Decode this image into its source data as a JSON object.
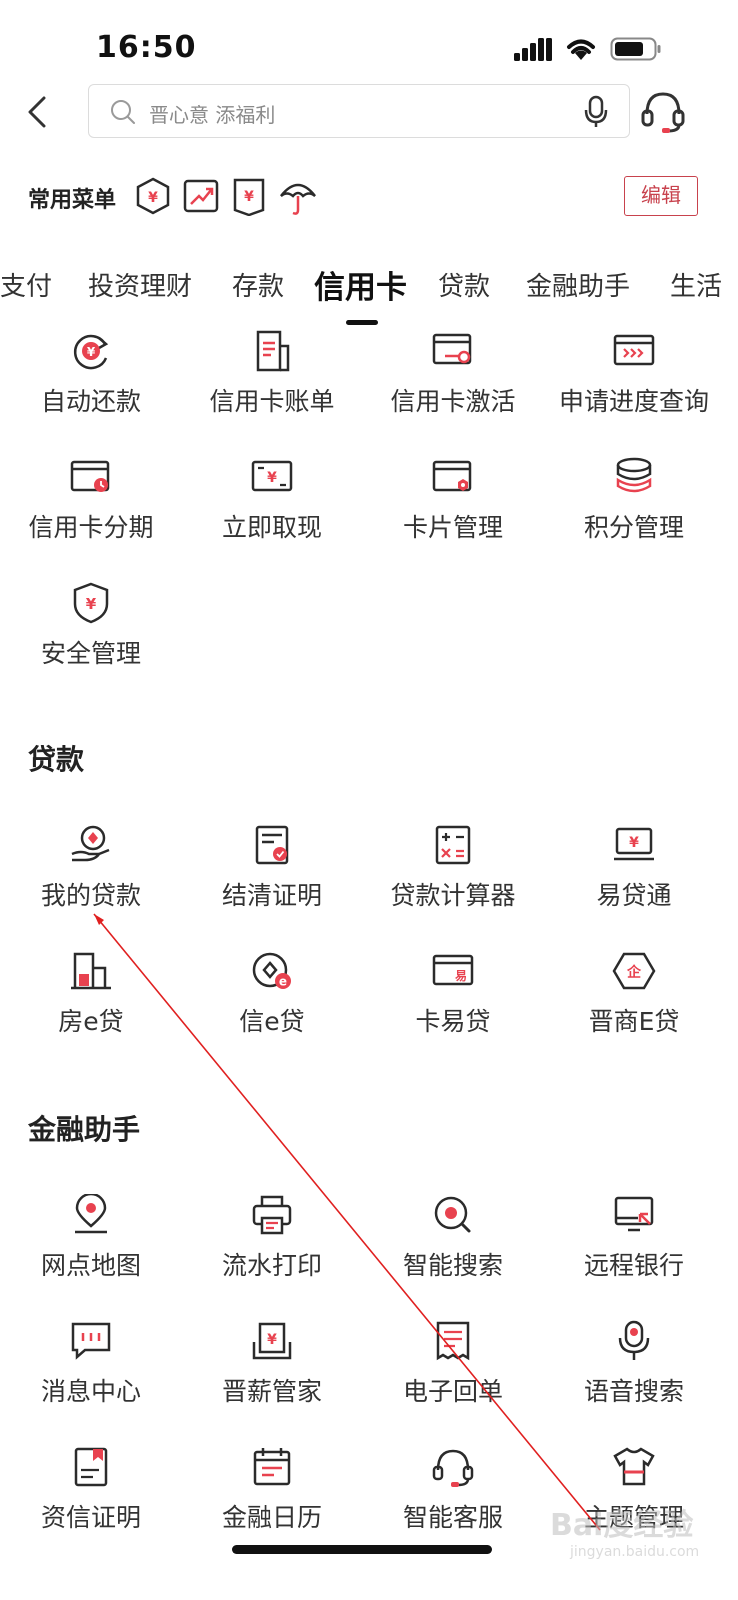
{
  "status_bar": {
    "time": "16:50"
  },
  "search": {
    "placeholder": "晋心意 添福利"
  },
  "common_menu": {
    "label": "常用菜单",
    "edit_label": "编辑"
  },
  "tabs": [
    "支付",
    "投资理财",
    "存款",
    "信用卡",
    "贷款",
    "金融助手",
    "生活"
  ],
  "active_tab": "信用卡",
  "credit_card": {
    "items": [
      {
        "label": "自动还款",
        "icon": "auto-repay-icon"
      },
      {
        "label": "信用卡账单",
        "icon": "bill-icon"
      },
      {
        "label": "信用卡激活",
        "icon": "card-activate-icon"
      },
      {
        "label": "申请进度查询",
        "icon": "progress-query-icon"
      },
      {
        "label": "信用卡分期",
        "icon": "installment-icon"
      },
      {
        "label": "立即取现",
        "icon": "cash-withdraw-icon"
      },
      {
        "label": "卡片管理",
        "icon": "card-manage-icon"
      },
      {
        "label": "积分管理",
        "icon": "points-icon"
      },
      {
        "label": "安全管理",
        "icon": "shield-yen-icon"
      }
    ]
  },
  "loans": {
    "title": "贷款",
    "items": [
      {
        "label": "我的贷款",
        "icon": "my-loan-icon"
      },
      {
        "label": "结清证明",
        "icon": "settlement-cert-icon"
      },
      {
        "label": "贷款计算器",
        "icon": "calculator-icon"
      },
      {
        "label": "易贷通",
        "icon": "laptop-yen-icon"
      },
      {
        "label": "房e贷",
        "icon": "house-loan-icon"
      },
      {
        "label": "信e贷",
        "icon": "credit-e-loan-icon"
      },
      {
        "label": "卡易贷",
        "icon": "card-easy-loan-icon"
      },
      {
        "label": "晋商E贷",
        "icon": "enterprise-loan-icon"
      }
    ]
  },
  "finance_assistant": {
    "title": "金融助手",
    "items": [
      {
        "label": "网点地图",
        "icon": "map-pin-icon"
      },
      {
        "label": "流水打印",
        "icon": "printer-icon"
      },
      {
        "label": "智能搜索",
        "icon": "smart-search-icon"
      },
      {
        "label": "远程银行",
        "icon": "remote-bank-icon"
      },
      {
        "label": "消息中心",
        "icon": "message-icon"
      },
      {
        "label": "晋薪管家",
        "icon": "salary-icon"
      },
      {
        "label": "电子回单",
        "icon": "receipt-icon"
      },
      {
        "label": "语音搜索",
        "icon": "voice-search-icon"
      },
      {
        "label": "资信证明",
        "icon": "credit-cert-icon"
      },
      {
        "label": "金融日历",
        "icon": "calendar-icon"
      },
      {
        "label": "智能客服",
        "icon": "headset-icon"
      },
      {
        "label": "主题管理",
        "icon": "theme-shirt-icon"
      }
    ]
  },
  "watermark": {
    "text": "Bai度经验",
    "sub": "jingyan.baidu.com"
  },
  "colors": {
    "accent": "#e8424f",
    "ink": "#2b2b2b",
    "edit_border": "#c8424d"
  }
}
